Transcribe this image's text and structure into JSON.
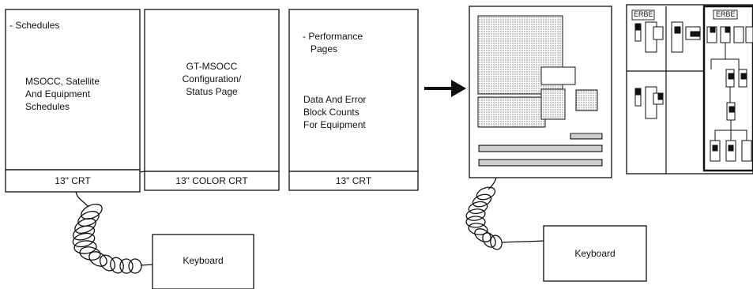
{
  "terminal_left": {
    "crt_1": {
      "bullet": "- Schedules",
      "lines": [
        "MSOCC, Satellite",
        "And Equipment",
        "Schedules"
      ],
      "label": "13\" CRT"
    },
    "crt_2": {
      "lines": [
        "GT-MSOCC",
        "Configuration/",
        "Status Page"
      ],
      "label": "13\" COLOR CRT"
    },
    "crt_3": {
      "bullet_lines": [
        "-  Performance",
        "   Pages"
      ],
      "lines": [
        "Data And Error",
        "Block Counts",
        "For Equipment"
      ],
      "label": "13\" CRT"
    },
    "keyboard": "Keyboard"
  },
  "terminal_right": {
    "keyboard": "Keyboard",
    "panel_labels": [
      "ERBE",
      "ERBE"
    ]
  }
}
